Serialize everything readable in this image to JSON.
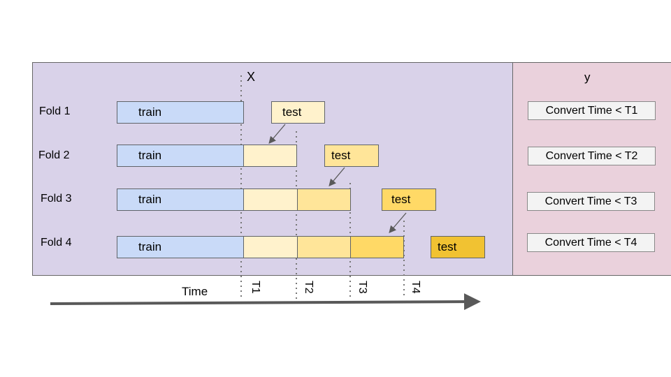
{
  "panels": {
    "x_label": "X",
    "y_label": "y"
  },
  "colors": {
    "x_panel": "#d9d2e9",
    "y_panel": "#ead1dc",
    "train": "#c9daf8",
    "seg1": "#fff2cc",
    "seg2": "#ffe599",
    "seg3": "#ffd966",
    "seg4": "#f1c232",
    "arrow": "#595959"
  },
  "folds": [
    {
      "label": "Fold 1",
      "train": "train",
      "test": "test",
      "target": "Convert Time < T1"
    },
    {
      "label": "Fold 2",
      "train": "train",
      "test": "test",
      "target": "Convert Time < T2"
    },
    {
      "label": "Fold 3",
      "train": "train",
      "test": "test",
      "target": "Convert Time < T3"
    },
    {
      "label": "Fold 4",
      "train": "train",
      "test": "test",
      "target": "Convert Time < T4"
    }
  ],
  "cutoffs": [
    "T1",
    "T2",
    "T3",
    "T4"
  ],
  "time_axis": {
    "label": "Time"
  }
}
